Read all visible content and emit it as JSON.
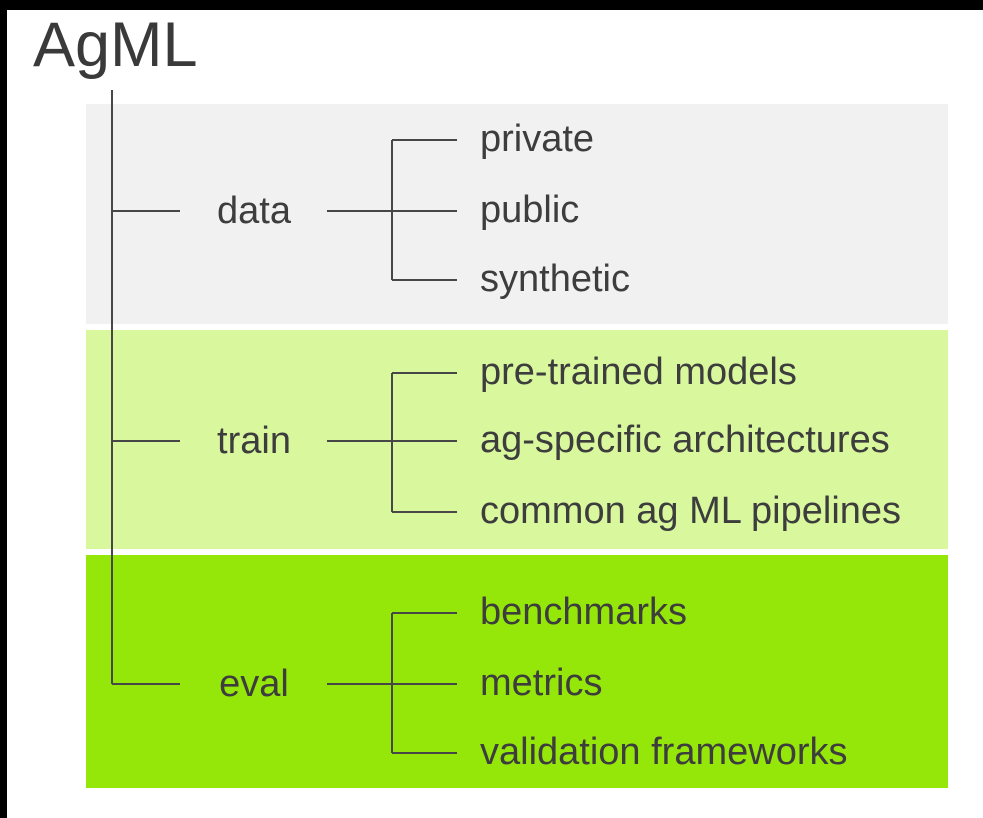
{
  "title": "AgML",
  "colors": {
    "band_data_bg": "#f1f1f1",
    "band_train_bg": "#d9f89e",
    "band_eval_bg": "#95e70a",
    "connector_line": "#474747",
    "text": "#3d3d3d",
    "frame_bars": "#000000",
    "background": "#ffffff"
  },
  "tree": {
    "root": "AgML",
    "groups": [
      {
        "id": "data",
        "label": "data",
        "children": [
          "private",
          "public",
          "synthetic"
        ]
      },
      {
        "id": "train",
        "label": "train",
        "children": [
          "pre-trained models",
          "ag-specific architectures",
          "common ag ML pipelines"
        ]
      },
      {
        "id": "eval",
        "label": "eval",
        "children": [
          "benchmarks",
          "metrics",
          "validation frameworks"
        ]
      }
    ]
  }
}
